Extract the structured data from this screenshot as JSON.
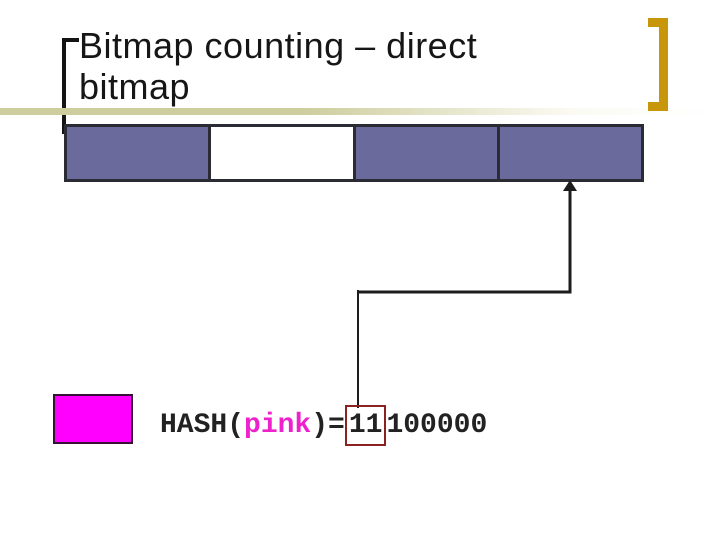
{
  "slide_title": "Bitmap counting – direct bitmap",
  "bitmap_bar": {
    "cells": [
      {
        "filled": true
      },
      {
        "filled": false
      },
      {
        "filled": true
      },
      {
        "filled": true
      }
    ]
  },
  "hash_expression": {
    "function": "HASH(",
    "argument": "pink",
    "close_equals": ")=",
    "boxed_bits": "11",
    "remaining_bits": "100000"
  },
  "colors": {
    "accent-band": "#cdcd9e",
    "bracket-gold": "#c8960a",
    "cell-purple": "#6b6a9c",
    "bar-border": "#2b2b33",
    "magenta": "#ff00ff",
    "pink-text": "#ee22cc",
    "box-red": "#8b2222",
    "line-dark": "#1c1c1c"
  }
}
